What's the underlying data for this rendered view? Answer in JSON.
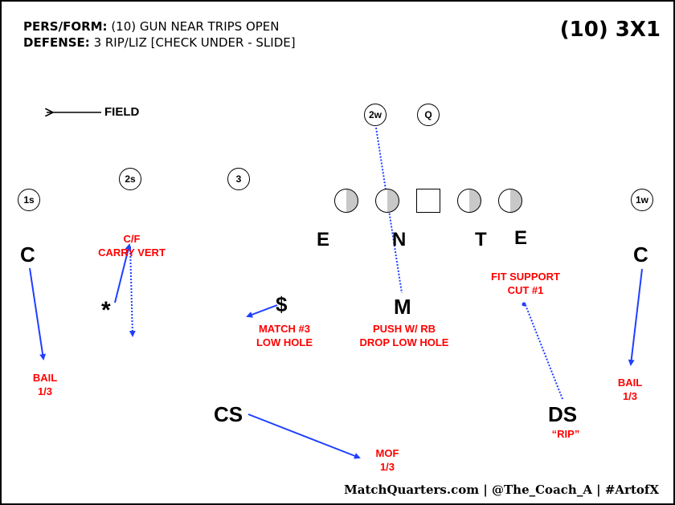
{
  "header": {
    "pers_form_label": "PERS/FORM:",
    "pers_form_value": " (10) GUN NEAR TRIPS OPEN",
    "defense_label": "DEFENSE:",
    "defense_value": " 3 RIP/LIZ [CHECK UNDER - SLIDE]"
  },
  "title": "(10) 3X1",
  "field_label": "FIELD",
  "offense": {
    "players": [
      "1s",
      "2s",
      "3",
      "2w",
      "Q",
      "1w"
    ],
    "line": [
      "lineman",
      "lineman",
      "center",
      "lineman",
      "lineman"
    ]
  },
  "defense": {
    "front": [
      "E",
      "N",
      "T",
      "E"
    ],
    "players": [
      "C",
      "*",
      "$",
      "M",
      "C",
      "CS",
      "DS"
    ]
  },
  "notes": {
    "cf": "C/F\nCARRY VERT",
    "match3": "MATCH #3\nLOW HOLE",
    "m": "PUSH W/ RB\nDROP LOW HOLE",
    "fit": "FIT SUPPORT\nCUT #1",
    "bail_left": "BAIL\n1/3",
    "bail_right": "BAIL\n1/3",
    "mof": "MOF\n1/3",
    "rip": "“RIP”"
  },
  "colors": {
    "route": "#1f3fff",
    "note": "#ff0000",
    "lineman_shade": "#c8c8c8"
  },
  "footer": "MatchQuarters.com | @The_Coach_A | #ArtofX"
}
